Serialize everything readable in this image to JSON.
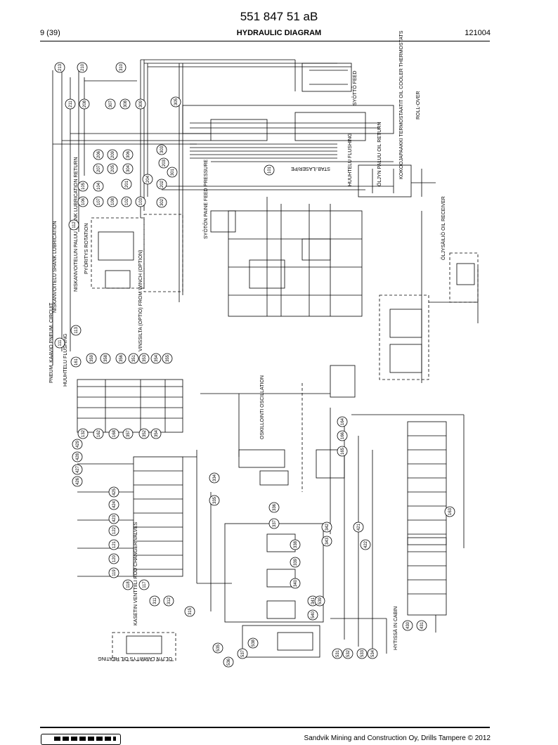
{
  "header": {
    "doc_number": "551 847 51 aB",
    "page": "9 (39)",
    "title": "HYDRAULIC DIAGRAM",
    "date": "121004"
  },
  "footer": {
    "copyright": "Sandvik Mining and Construction Oy, Drills Tampere © 2012"
  },
  "labels": {
    "roll_over": "ROLL-OVER",
    "feed": "SYÖTTÖ FEED",
    "oil_return": "ÖLJYN PALUU OIL RETURN",
    "cooler_thermostats": "KOKOOJAPAAKKI TERMOSTAATIT OIL COOLER THERMOSTATS",
    "flushing_top": "HUUHTELU FLUSHING",
    "stab_laser": "STAB./LASER/PE",
    "feed_pressure": "SYÖTÖN PAINE FEED PRESSURE",
    "oil_receiver": "ÖLJYSÄILIÖ OIL RECEIVER",
    "shank_lubrication": "NISKANVOITELU SHANK LUBRICATION",
    "shank_lube_return": "NISKANVOITELUN PALUU SHANK LUBRICATION RETURN",
    "rotation": "PYÖRITYS ROTATION",
    "from_winch": "VINSSILTA (OPTIO) FROM WINCH (OPTION)",
    "pneum_circuit": "PNEUM. KAAVIO PNEUM. CIRCUIT",
    "flushing_left": "HUUHTELU FLUSHING",
    "oscillation": "OSKILLOINTI OSCILLATION",
    "rod_changer_valves": "KASETIN VENTTIILI ROD CHANGER VALVES",
    "oil_heating": "ÖLJYN LÄMMITYS OIL HEATING",
    "in_cabin": "HYTISSÄ IN CABIN"
  },
  "callouts": {
    "top_row": [
      "213",
      "210",
      "310"
    ],
    "upper_row": [
      "211",
      "208",
      "307",
      "308",
      "309",
      "305"
    ],
    "mid_left": [
      "206",
      "209",
      "207",
      "205",
      "306",
      "304",
      "303",
      "201",
      "202",
      "301"
    ],
    "low_left": [
      "106",
      "107",
      "108",
      "102",
      "103",
      "105",
      "104",
      "302"
    ],
    "side": [
      "112",
      "101",
      "113",
      "111"
    ],
    "top_mid": [
      "204",
      "203"
    ],
    "pneum_row": [
      "161",
      "359",
      "358",
      "356",
      "351",
      "353",
      "354",
      "355"
    ],
    "pneum_low": [
      "132",
      "162",
      "168",
      "357",
      "352",
      "354"
    ],
    "changer_left": [
      "429",
      "428",
      "427",
      "426"
    ],
    "changer_mid": [
      "425",
      "424",
      "423",
      "122",
      "121",
      "120",
      "119",
      "118",
      "117"
    ],
    "center": [
      "334",
      "335",
      "336",
      "337",
      "338",
      "339",
      "340",
      "341",
      "342",
      "343"
    ],
    "right": [
      "164",
      "166",
      "165",
      "421",
      "422",
      "163",
      "430",
      "431"
    ],
    "bottom": [
      "531",
      "532",
      "533",
      "534",
      "535",
      "536",
      "537",
      "538",
      "539",
      "540",
      "311",
      "312",
      "315"
    ]
  }
}
